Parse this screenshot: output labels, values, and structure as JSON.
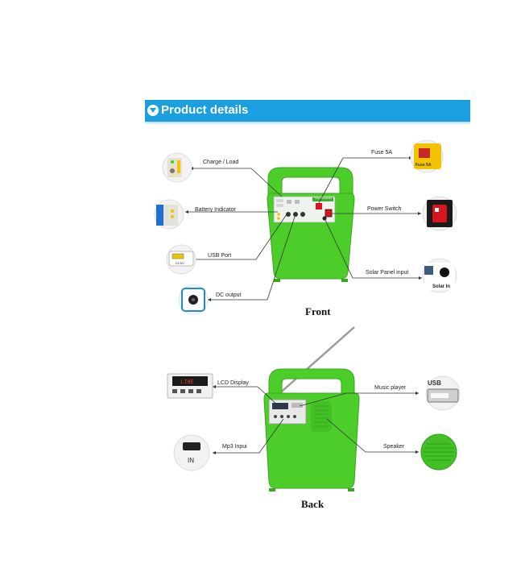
{
  "header": {
    "title": "Product details"
  },
  "front": {
    "caption": "Front",
    "callouts": {
      "charge_load": "Charge / Load",
      "battery_indicator": "Battery Indicator",
      "usb_port": "USB Port",
      "dc_output": "DC  output",
      "fuse": "Fuse 5A",
      "power_switch": "Power Switch",
      "solar_input": "Solar Panel input"
    },
    "panel_text": "Solar Generator",
    "thumb_text": {
      "usb": "DC5V",
      "fuse": "Fuse 5A",
      "solar": "Solar In"
    }
  },
  "back": {
    "caption": "Back",
    "callouts": {
      "lcd_display": "LCD Display",
      "mp3_input": "Mp3 Inpui",
      "music_player": "Music player",
      "speaker": "Speaker"
    },
    "lcd_text": "LINE",
    "thumb_text": {
      "in": "IN",
      "usb": "USB"
    }
  },
  "colors": {
    "banner": "#1b9fe0",
    "device_green": "#4ccd2a",
    "device_dark": "#38a81c",
    "switch_red": "#d8141c"
  },
  "icons": [
    "dropdown-arrow-icon",
    "usb-icon",
    "speaker-grille-icon",
    "antenna-icon"
  ]
}
